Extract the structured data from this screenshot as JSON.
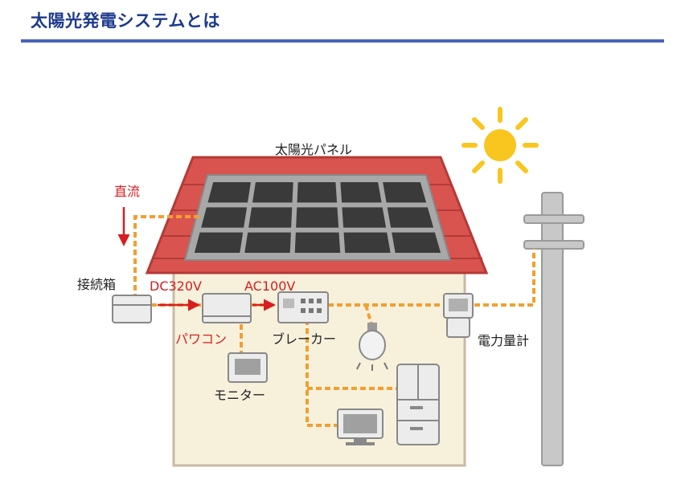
{
  "title": "太陽光発電システムとは",
  "labels": {
    "panel": "太陽光パネル",
    "dc_label": "直流",
    "junction_box": "接続箱",
    "dc_voltage": "DC320V",
    "ac_voltage": "AC100V",
    "power_conditioner": "パワコン",
    "breaker": "ブレーカー",
    "monitor": "モニター",
    "meter": "電力量計"
  },
  "colors": {
    "title": "#1c3a8c",
    "title_rule": "#4a63b8",
    "accent_red": "#d81e1e",
    "roof": "#d9534f",
    "wall": "#f7f1dc",
    "wire": "#f0a030",
    "sun": "#f9c51f",
    "panel_cell": "#3a3a3a"
  },
  "icons": [
    "sun-icon",
    "solar-panel-icon",
    "junction-box-icon",
    "power-conditioner-icon",
    "breaker-icon",
    "monitor-icon",
    "light-bulb-icon",
    "refrigerator-icon",
    "tv-icon",
    "electric-meter-icon",
    "utility-pole-icon"
  ]
}
